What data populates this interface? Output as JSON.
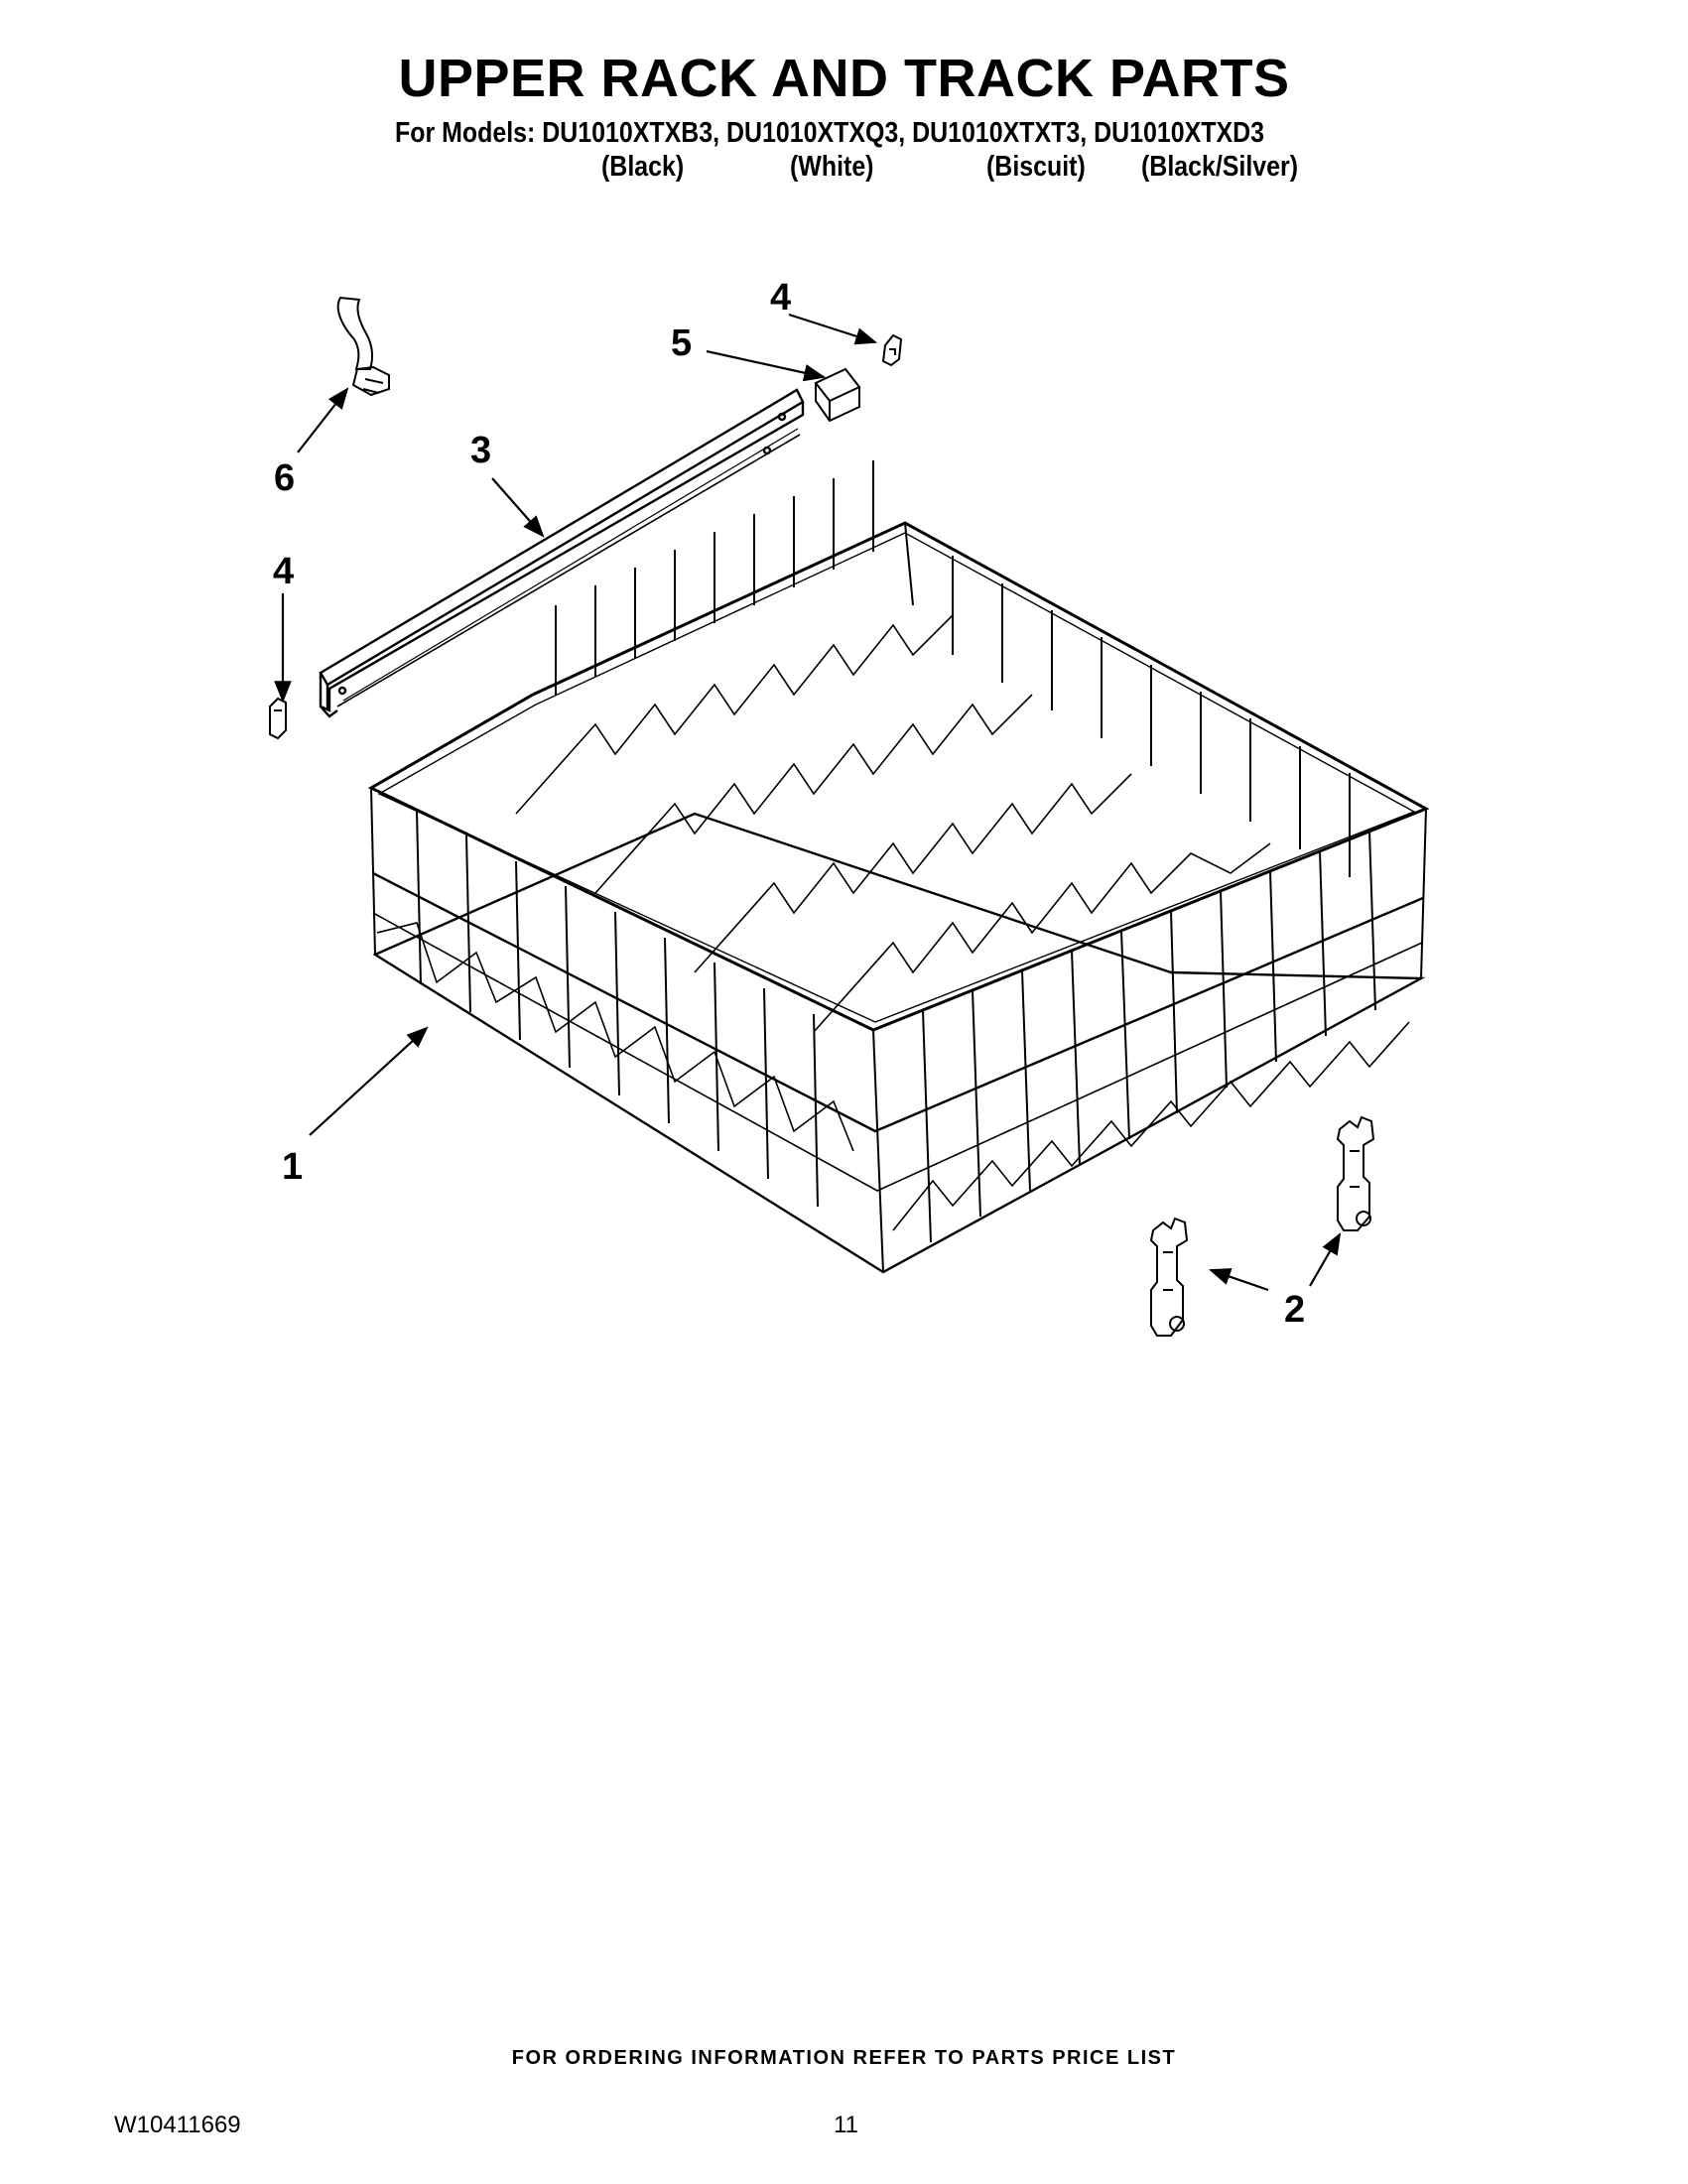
{
  "page_title": "UPPER RACK AND TRACK PARTS",
  "models_line": "For Models: DU1010XTXB3, DU1010XTXQ3, DU1010XTXT3, DU1010XTXD3",
  "color_labels": [
    "(Black)",
    "(White)",
    "(Biscuit)",
    "(Black/Silver)"
  ],
  "callouts": {
    "rack": "1",
    "rollers": "2",
    "track": "3",
    "end_cap_top": "4",
    "end_cap_left": "4",
    "track_stop": "5",
    "clip": "6"
  },
  "footer_note": "FOR ORDERING INFORMATION REFER TO PARTS PRICE LIST",
  "document_number": "W10411669",
  "page_number": "11"
}
